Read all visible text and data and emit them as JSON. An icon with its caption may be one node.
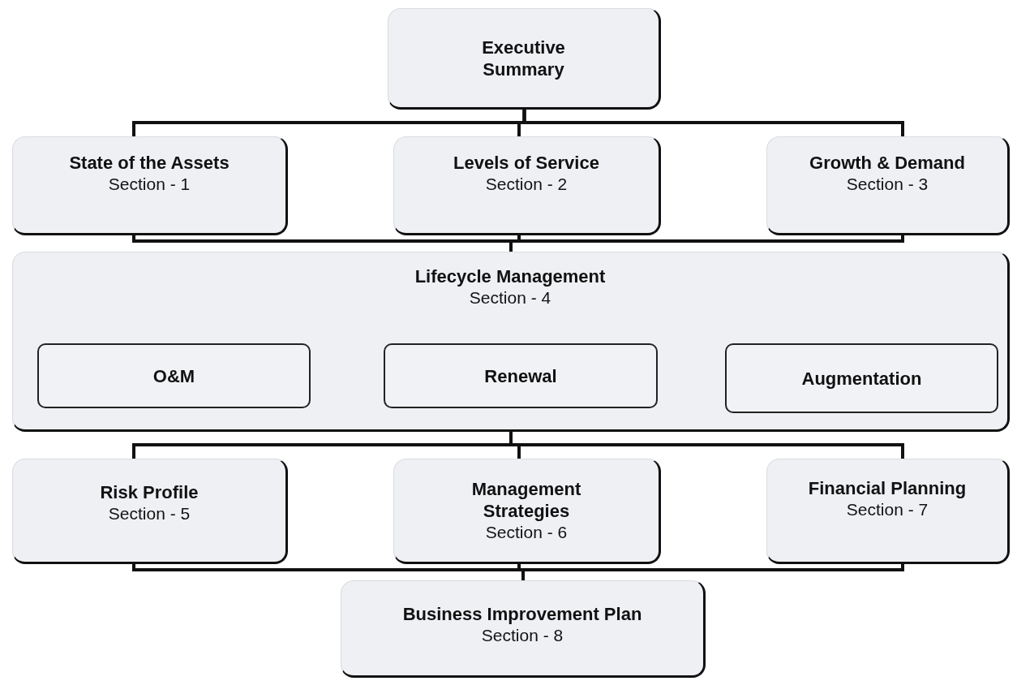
{
  "diagram": {
    "nodes": [
      {
        "text": [
          "Executive Summary"
        ]
      },
      {
        "text": [
          "State of the Assets",
          "Section - 1"
        ]
      },
      {
        "text": [
          "Levels of Service",
          "Section - 2"
        ]
      },
      {
        "text": [
          "Growth & Demand",
          "Section - 3"
        ]
      },
      {
        "text": [
          "Lifecycle Management",
          "Section - 4"
        ]
      },
      {
        "text": [
          "O&M"
        ],
        "in": 4
      },
      {
        "text": [
          "Renewal"
        ],
        "in": 4
      },
      {
        "text": [
          "Augmentation"
        ],
        "in": 4
      },
      {
        "text": [
          "Risk Profile",
          "Section - 5"
        ]
      },
      {
        "text": [
          "Management Strategies",
          "Section - 6"
        ]
      },
      {
        "text": [
          "Financial Planning",
          "Section - 7"
        ]
      },
      {
        "text": [
          "Business Improvement Plan",
          "Section - 8"
        ]
      }
    ],
    "edges": [
      {
        "from": 0,
        "to": 1,
        "arrow": "none"
      },
      {
        "from": 0,
        "to": 2,
        "arrow": "none"
      },
      {
        "from": 0,
        "to": 3,
        "arrow": "none"
      },
      {
        "from": 1,
        "to": 4,
        "arrow": "none"
      },
      {
        "from": 2,
        "to": 4,
        "arrow": "none"
      },
      {
        "from": 3,
        "to": 4,
        "arrow": "none"
      },
      {
        "from": 4,
        "to": 8,
        "arrow": "none"
      },
      {
        "from": 4,
        "to": 9,
        "arrow": "none"
      },
      {
        "from": 4,
        "to": 10,
        "arrow": "none"
      },
      {
        "from": 8,
        "to": 11,
        "arrow": "none"
      },
      {
        "from": 9,
        "to": 11,
        "arrow": "none"
      },
      {
        "from": 10,
        "to": 11,
        "arrow": "none"
      }
    ]
  }
}
